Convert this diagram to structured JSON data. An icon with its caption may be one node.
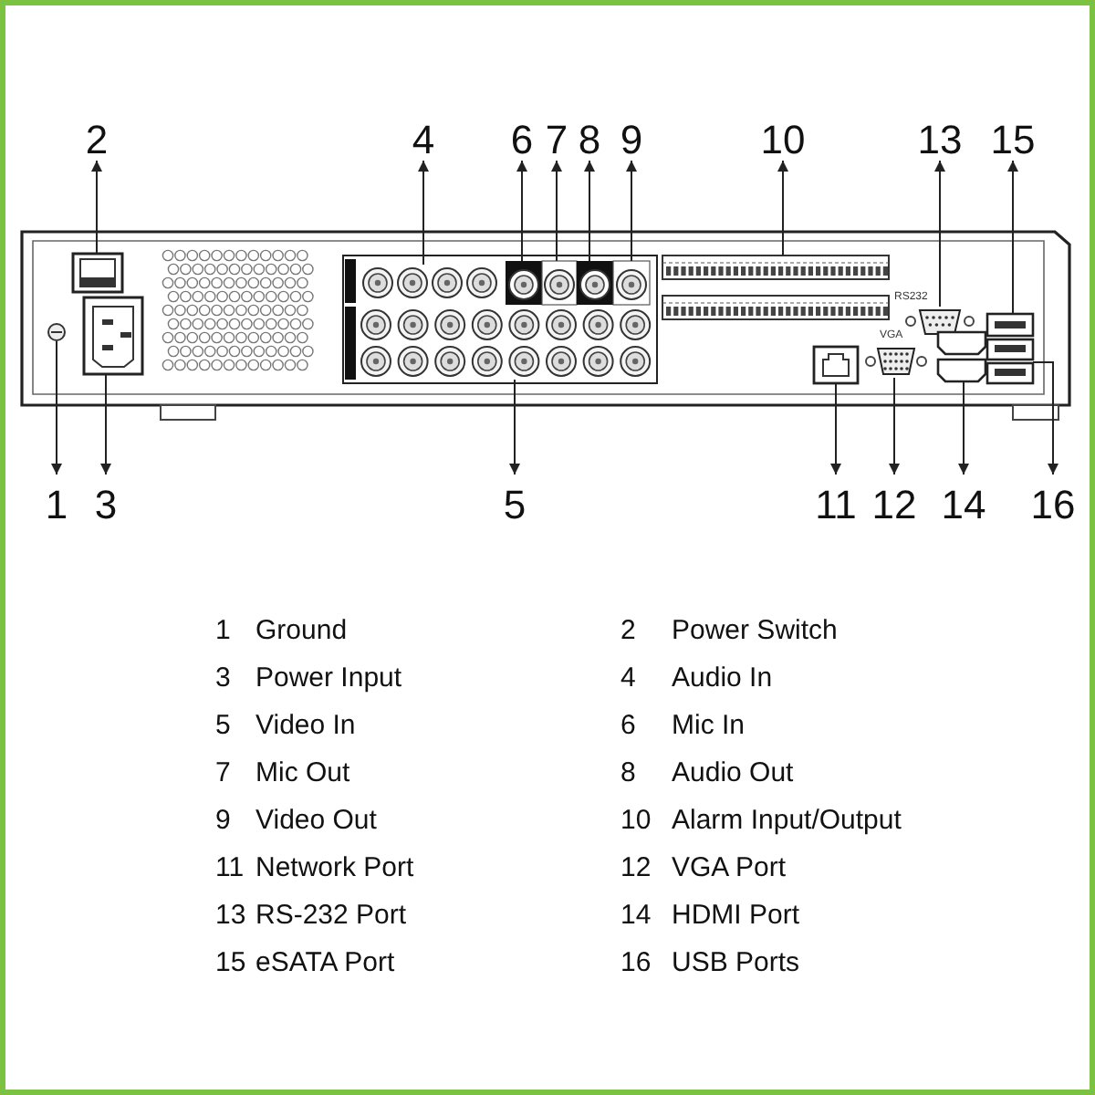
{
  "diagram": {
    "nodes": [
      {
        "text": [
          "1"
        ]
      },
      {
        "text": [
          "2"
        ]
      },
      {
        "text": [
          "3"
        ]
      },
      {
        "text": [
          "4"
        ]
      },
      {
        "text": [
          "5"
        ]
      },
      {
        "text": [
          "6"
        ]
      },
      {
        "text": [
          "7"
        ]
      },
      {
        "text": [
          "8"
        ]
      },
      {
        "text": [
          "9"
        ]
      },
      {
        "text": [
          "10"
        ]
      },
      {
        "text": [
          "11"
        ]
      },
      {
        "text": [
          "12"
        ]
      },
      {
        "text": [
          "13"
        ]
      },
      {
        "text": [
          "14"
        ]
      },
      {
        "text": [
          "15"
        ]
      },
      {
        "text": [
          "16"
        ]
      },
      {
        "text": [],
        "shape": "picture"
      },
      {
        "text": [],
        "shape": "picture"
      },
      {
        "text": [],
        "shape": "picture"
      },
      {
        "text": [],
        "shape": "picture"
      },
      {
        "text": [],
        "shape": "picture"
      },
      {
        "text": [],
        "shape": "picture"
      },
      {
        "text": [],
        "shape": "picture"
      },
      {
        "text": [],
        "shape": "picture"
      },
      {
        "text": [],
        "shape": "picture"
      },
      {
        "text": [],
        "shape": "picture"
      },
      {
        "text": [],
        "shape": "picture"
      },
      {
        "text": [],
        "shape": "picture"
      },
      {
        "text": [],
        "shape": "picture"
      },
      {
        "text": [],
        "shape": "picture"
      },
      {
        "text": [],
        "shape": "picture"
      },
      {
        "text": [],
        "shape": "picture"
      }
    ],
    "edges": [
      {
        "from": 16,
        "to": 0,
        "arrow": "to"
      },
      {
        "from": 17,
        "to": 1,
        "arrow": "to"
      },
      {
        "from": 18,
        "to": 2,
        "arrow": "to"
      },
      {
        "from": 19,
        "to": 3,
        "arrow": "to"
      },
      {
        "from": 20,
        "to": 4,
        "arrow": "to"
      },
      {
        "from": 21,
        "to": 5,
        "arrow": "to"
      },
      {
        "from": 22,
        "to": 6,
        "arrow": "to"
      },
      {
        "from": 23,
        "to": 7,
        "arrow": "to"
      },
      {
        "from": 24,
        "to": 8,
        "arrow": "to"
      },
      {
        "from": 25,
        "to": 9,
        "arrow": "to"
      },
      {
        "from": 26,
        "to": 10,
        "arrow": "to"
      },
      {
        "from": 27,
        "to": 11,
        "arrow": "to"
      },
      {
        "from": 28,
        "to": 12,
        "arrow": "to"
      },
      {
        "from": 29,
        "to": 13,
        "arrow": "to"
      },
      {
        "from": 30,
        "to": 14,
        "arrow": "to"
      },
      {
        "from": 31,
        "to": 15,
        "arrow": "to"
      }
    ],
    "labels": [
      "RS232",
      "VGA",
      "1",
      "Ground",
      "2",
      "Power Switch",
      "3",
      "Power Input",
      "4",
      "Audio In",
      "5",
      "Video In",
      "6",
      "Mic In",
      "7",
      "Mic Out",
      "8",
      "Audio Out",
      "9",
      "Video Out",
      "10",
      "Alarm Input/Output",
      "11",
      "Network Port",
      "12",
      "VGA Port",
      "13",
      "RS-232 Port",
      "14",
      "HDMI Port",
      "15",
      "eSATA Port",
      "16",
      "USB Ports"
    ]
  }
}
